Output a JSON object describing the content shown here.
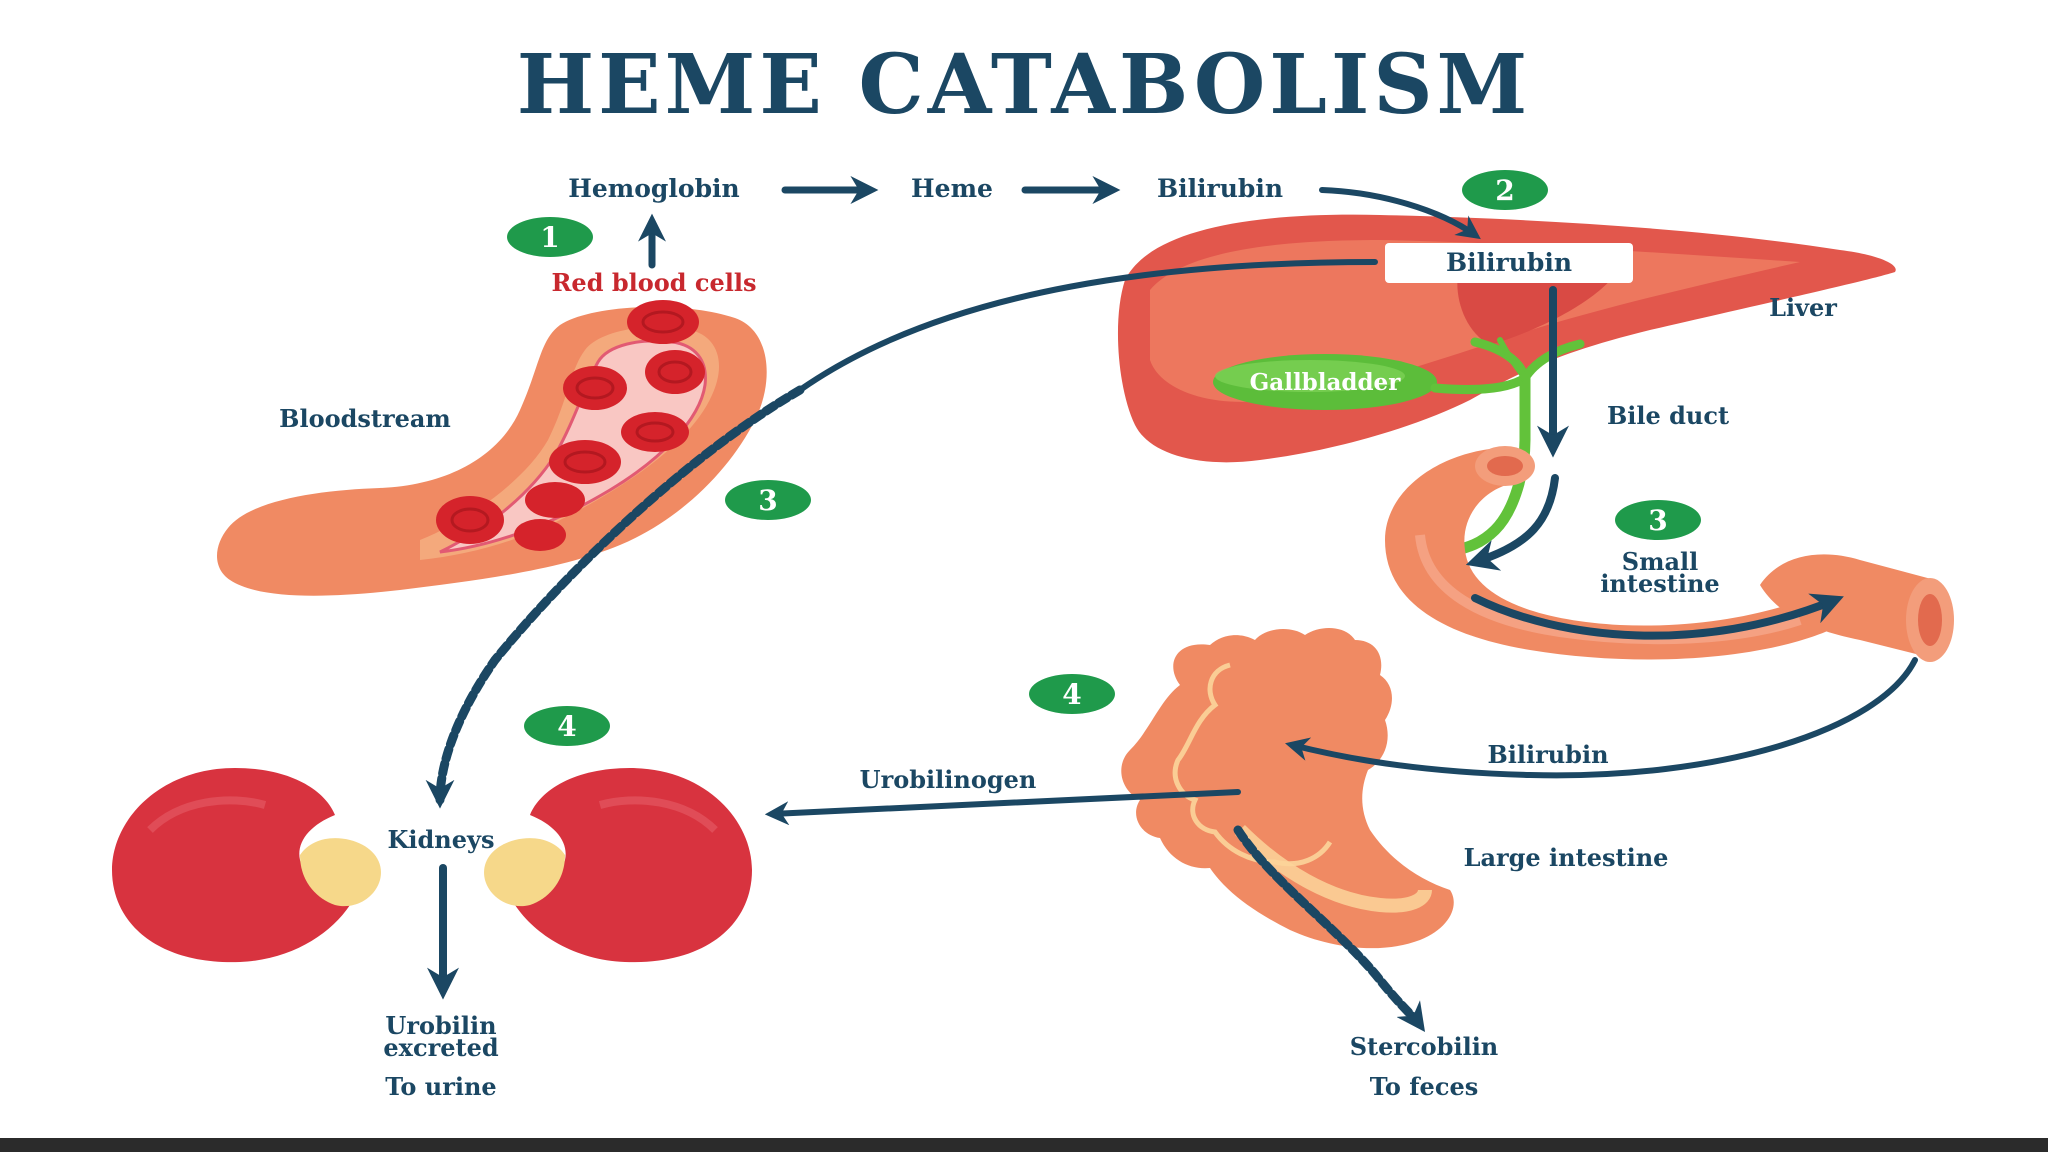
{
  "title": "HEME CATABOLISM",
  "colors": {
    "navy": "#1b4763",
    "red_label": "#c8282e",
    "badge_green": "#1f9a4b",
    "tissue_orange": "#f08a63",
    "liver_red": "#e2574c",
    "kidney_red": "#d8333f",
    "bile_green": "#62c23a",
    "white": "#ffffff"
  },
  "steps": {
    "step1": "1",
    "step2": "2",
    "step3_blood": "3",
    "step3_intestine": "3",
    "step4_kidney": "4",
    "step4_colon": "4"
  },
  "labels": {
    "hemoglobin": "Hemoglobin",
    "heme": "Heme",
    "bilirubin_top": "Bilirubin",
    "bilirubin_liver": "Bilirubin",
    "red_blood_cells": "Red blood cells",
    "bloodstream": "Bloodstream",
    "liver": "Liver",
    "gallbladder": "Gallbladder",
    "bile_duct": "Bile duct",
    "small_intestine_line1": "Small",
    "small_intestine_line2": "intestine",
    "bilirubin_colon": "Bilirubin",
    "urobilinogen": "Urobilinogen",
    "large_intestine": "Large intestine",
    "kidneys": "Kidneys",
    "urobilin_line1": "Urobilin",
    "urobilin_line2": "excreted",
    "to_urine": "To urine",
    "stercobilin": "Stercobilin",
    "to_feces": "To feces"
  },
  "icons": {
    "liver": "liver-icon",
    "gallbladder": "gallbladder-icon",
    "blood_vessel": "blood-vessel-icon",
    "kidney": "kidney-icon",
    "small_intestine": "small-intestine-icon",
    "large_intestine": "large-intestine-icon",
    "red_blood_cell": "red-blood-cell-icon"
  }
}
